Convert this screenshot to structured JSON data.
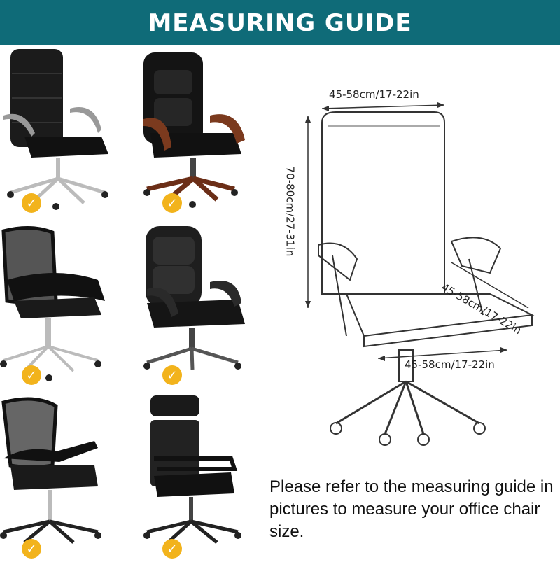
{
  "header": {
    "title": "MEASURING GUIDE"
  },
  "colors": {
    "header_bg": "#0f6b78",
    "check": "#f2b31c"
  },
  "chairs": [
    {
      "name": "executive-leather-chair",
      "check_icon": "checkmark-icon",
      "check_glyph": "✓"
    },
    {
      "name": "wood-arm-executive-chair",
      "check_icon": "checkmark-icon",
      "check_glyph": "✓"
    },
    {
      "name": "mesh-back-office-chair",
      "check_icon": "checkmark-icon",
      "check_glyph": "✓"
    },
    {
      "name": "padded-leather-chair",
      "check_icon": "checkmark-icon",
      "check_glyph": "✓"
    },
    {
      "name": "mesh-flip-arm-chair",
      "check_icon": "checkmark-icon",
      "check_glyph": "✓"
    },
    {
      "name": "high-back-headrest-chair",
      "check_icon": "checkmark-icon",
      "check_glyph": "✓"
    }
  ],
  "diagram": {
    "width_label": "45-58cm/17-22in",
    "height_label": "70-80cm/27-31in",
    "arm_label": "45-58cm/17-22in",
    "seat_label": "45-58cm/17-22in"
  },
  "note": "Please refer to the measuring guide in pictures to measure your office chair size."
}
